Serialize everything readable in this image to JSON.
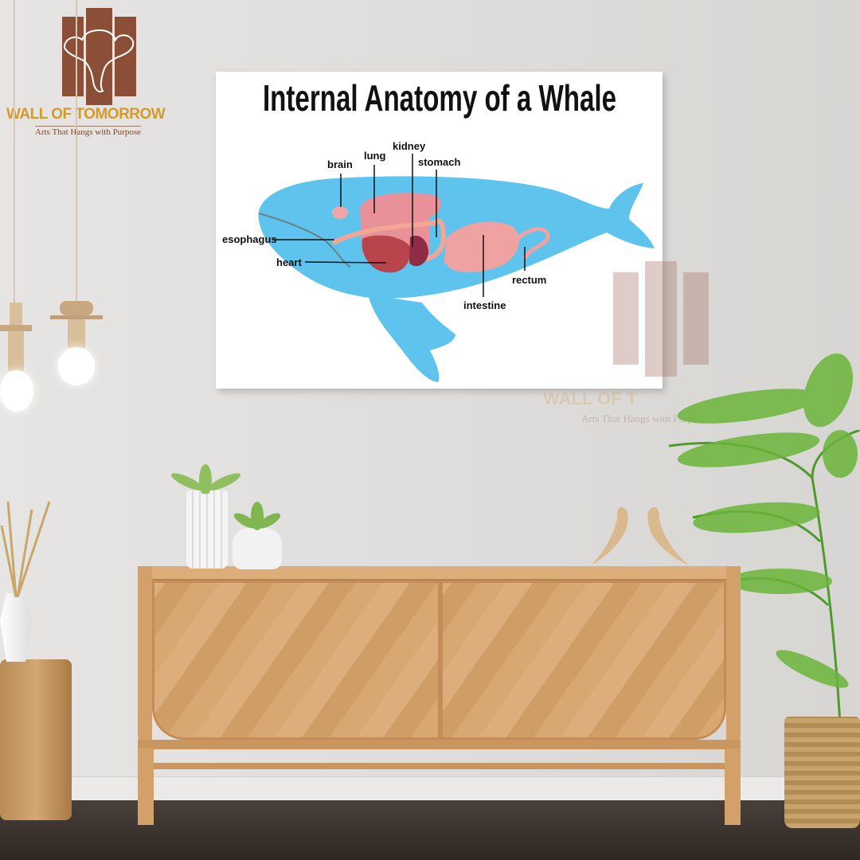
{
  "poster": {
    "title": "Internal Anatomy of a Whale",
    "labels": {
      "brain": "brain",
      "lung": "lung",
      "kidney": "kidney",
      "stomach": "stomach",
      "esophagus": "esophagus",
      "heart": "heart",
      "intestine": "intestine",
      "rectum": "rectum"
    }
  },
  "branding": {
    "name": "WALL OF TOMORROW",
    "tagline": "Arts That Hangs with Purpose",
    "watermark_name": "WALL OF T",
    "watermark_tagline": "Arts That Hangs with Purpo"
  },
  "colors": {
    "whale": "#5ec4ee",
    "organs": "#e8868a",
    "brand_brown": "#8a4f36",
    "brand_gold": "#d39a2c",
    "wood": "#d8a873"
  }
}
